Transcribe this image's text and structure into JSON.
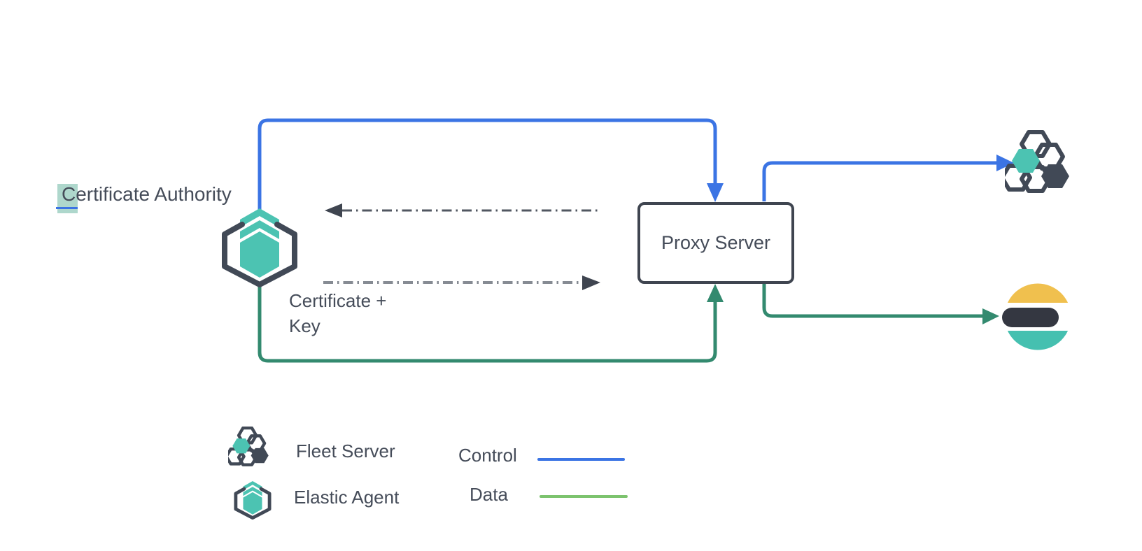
{
  "diagram": {
    "labels": {
      "certificate_authority_highlight": "C",
      "certificate_authority_rest": "ertificate Authority",
      "proxy_server": "Proxy Server",
      "certificate_key_line1": "Certificate +",
      "certificate_key_line2": "Key"
    },
    "nodes": [
      {
        "name": "certificate-authority",
        "icon": "elastic-agent-icon",
        "label": "Certificate Authority"
      },
      {
        "name": "proxy-server",
        "shape": "rounded-rectangle",
        "label": "Proxy Server"
      },
      {
        "name": "fleet-server",
        "icon": "fleet-server-icon"
      },
      {
        "name": "elasticsearch",
        "icon": "elasticsearch-icon"
      }
    ],
    "edges": [
      {
        "name": "control-agent-to-proxy",
        "type": "control",
        "style": "solid",
        "color": "#3b74e4",
        "from": "certificate-authority",
        "to": "proxy-server"
      },
      {
        "name": "control-proxy-to-fleet",
        "type": "control",
        "style": "solid",
        "color": "#3b74e4",
        "from": "proxy-server",
        "to": "fleet-server"
      },
      {
        "name": "data-agent-to-proxy",
        "type": "data",
        "style": "solid",
        "color": "#338a6f",
        "from": "certificate-authority",
        "to": "proxy-server"
      },
      {
        "name": "data-proxy-to-elasticsearch",
        "type": "data",
        "style": "solid",
        "color": "#338a6f",
        "from": "proxy-server",
        "to": "elasticsearch"
      },
      {
        "name": "cert-request",
        "style": "dash-dot",
        "color": "#515761",
        "from": "proxy-server",
        "to": "certificate-authority"
      },
      {
        "name": "cert-key-delivery",
        "style": "dash-dot",
        "color": "#868b93",
        "from": "certificate-authority",
        "to": "proxy-server",
        "label": "Certificate + Key"
      }
    ],
    "legend": {
      "items": [
        {
          "icon": "fleet-server-icon",
          "label": "Fleet Server"
        },
        {
          "icon": "elastic-agent-icon",
          "label": "Elastic Agent"
        }
      ],
      "lines": [
        {
          "label": "Control",
          "color": "#3b74e4"
        },
        {
          "label": "Data",
          "color": "#7cc36e"
        }
      ]
    },
    "colors": {
      "control_blue": "#3b74e4",
      "data_green": "#338a6f",
      "legend_data_green": "#7cc36e",
      "hex_teal": "#4cc3b2",
      "slate_dark": "#414956",
      "text": "#454c59",
      "selection_highlight": "#aed7cc",
      "es_yellow": "#f0c04e",
      "es_dark": "#343741",
      "es_teal": "#45c0b0",
      "background": "#ffffff"
    }
  }
}
